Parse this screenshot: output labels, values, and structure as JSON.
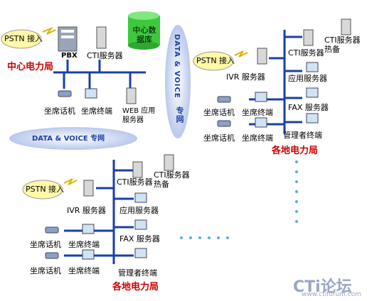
{
  "labels": {
    "pstn": "PSTN 接入",
    "pbx": "PBX",
    "cti_server": "CTI服务器",
    "database": "中心数据库",
    "center_bureau": "中心电力局",
    "agent_phone": "坐席话机",
    "agent_terminal": "坐席终端",
    "web_server": "WEB 应用服务器",
    "data_voice_net_h": "DATA & VOICE 专网",
    "data_voice_v": "DATA & VOICE",
    "net_v": "专网",
    "ivr_server": "IVR 服务器",
    "cti_backup": "CTI服务器热备",
    "app_server": "应用服务器",
    "fax_server": "FAX 服务器",
    "manager_terminal": "管理者终端",
    "local_bureau": "各地电力局",
    "logo_main": "CTi论坛",
    "logo_url": "www.ctiforum.com"
  },
  "colors": {
    "bus": "#1a3fa8",
    "title_red": "#cc0000",
    "cloud": "#c9d6f0",
    "db": "#3cc93c"
  }
}
